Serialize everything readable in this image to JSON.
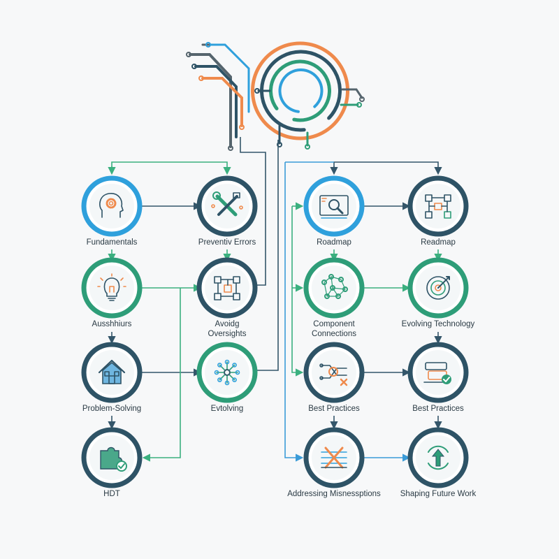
{
  "colors": {
    "navy": "#2e5366",
    "sky": "#2fa0dc",
    "green": "#2e9d78",
    "orange": "#ef8a4c",
    "slate": "#55646d",
    "line_green": "#3bb07f",
    "line_navy": "#34566a",
    "line_blue": "#3a9bd8"
  },
  "nodes": [
    {
      "id": "fundamentals",
      "lines": [
        "Fundamentals",
        ""
      ],
      "ring": "sky",
      "icon": "head-gear-icon"
    },
    {
      "id": "preventive-errors",
      "lines": [
        "Preventiv Errors",
        ""
      ],
      "ring": "navy",
      "icon": "tools-icon"
    },
    {
      "id": "roadmap-1",
      "lines": [
        "Roadmap",
        ""
      ],
      "ring": "sky",
      "icon": "magnifier-screen-icon"
    },
    {
      "id": "roadmap-2",
      "lines": [
        "Readmap",
        ""
      ],
      "ring": "navy",
      "icon": "flowchart-icon"
    },
    {
      "id": "assumptions",
      "lines": [
        "Ausshhiurs",
        ""
      ],
      "ring": "green",
      "icon": "lightbulb-icon"
    },
    {
      "id": "avoiding-oversights",
      "lines": [
        "Avoidg",
        "Oversights"
      ],
      "ring": "navy",
      "icon": "network-boxes-icon"
    },
    {
      "id": "component-connections",
      "lines": [
        "Component",
        "Connections"
      ],
      "ring": "green",
      "icon": "node-network-icon"
    },
    {
      "id": "evolving-technology",
      "lines": [
        "Evolving Technology",
        ""
      ],
      "ring": "green",
      "icon": "target-icon"
    },
    {
      "id": "problem-solving",
      "lines": [
        "Problem-Solving",
        ""
      ],
      "ring": "navy",
      "icon": "house-icon"
    },
    {
      "id": "evolving",
      "lines": [
        "Evtolving",
        ""
      ],
      "ring": "green",
      "icon": "hub-icon"
    },
    {
      "id": "best-practices-1",
      "lines": [
        "Best Practices",
        ""
      ],
      "ring": "navy",
      "icon": "circuit-x-icon"
    },
    {
      "id": "best-practices-2",
      "lines": [
        "Best Practices",
        ""
      ],
      "ring": "navy",
      "icon": "machine-check-icon"
    },
    {
      "id": "hdt",
      "lines": [
        "HDT",
        ""
      ],
      "ring": "navy",
      "icon": "puzzle-check-icon"
    },
    {
      "id": "addressing-misconceptions",
      "lines": [
        "Addressing Misnessptions",
        ""
      ],
      "ring": "navy",
      "icon": "crossed-wires-icon"
    },
    {
      "id": "shaping-future-work",
      "lines": [
        "Shaping Future Work",
        ""
      ],
      "ring": "navy",
      "icon": "upload-cycle-icon"
    }
  ]
}
